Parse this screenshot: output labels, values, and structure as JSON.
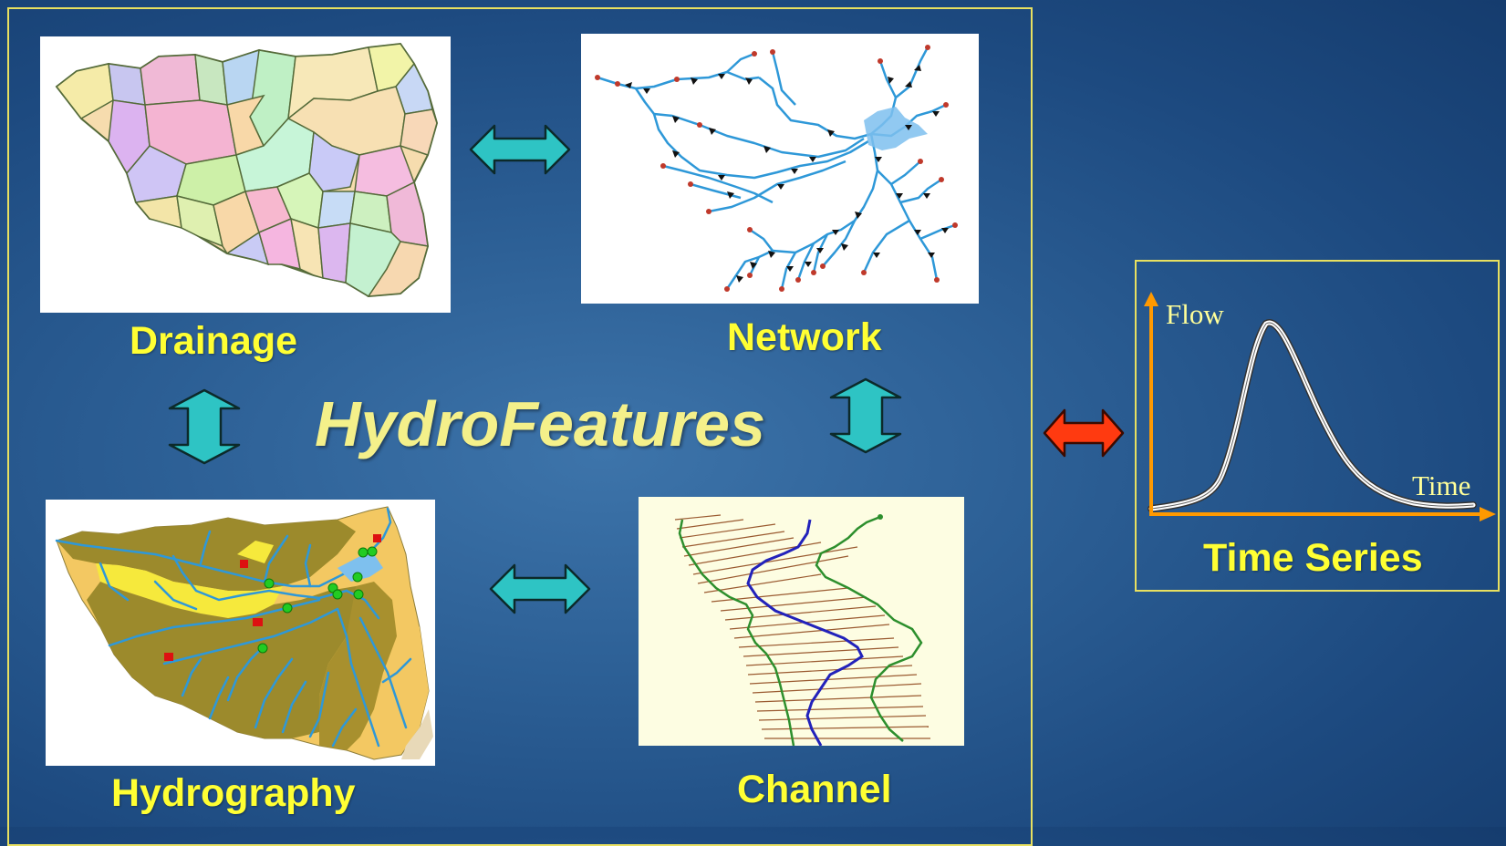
{
  "title": "HydroFeatures",
  "panels": {
    "drainage": {
      "label": "Drainage"
    },
    "network": {
      "label": "Network"
    },
    "hydrography": {
      "label": "Hydrography"
    },
    "channel": {
      "label": "Channel"
    }
  },
  "time_series": {
    "label": "Time Series",
    "y_axis_label": "Flow",
    "x_axis_label": "Time"
  },
  "colors": {
    "background": "#2c5f95",
    "frame": "#e8e060",
    "caption": "#ffff33",
    "title": "#f4f08a",
    "arrow_teal": "#2ec4c4",
    "arrow_red": "#ff3a10",
    "axis_orange": "#ff9900",
    "stream_blue": "#2e98d8"
  }
}
